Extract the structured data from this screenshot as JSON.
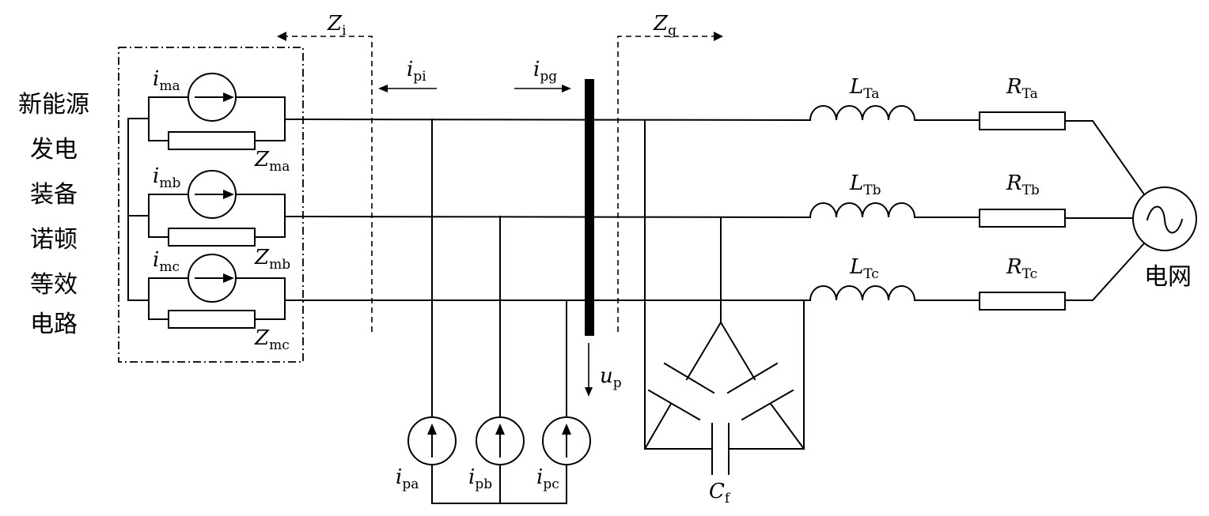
{
  "left_block": {
    "lines": [
      "新能源",
      "发电",
      "装备",
      "诺顿",
      "等效",
      "电路"
    ]
  },
  "grid_label": "电网",
  "impedance_arrows": {
    "zi": {
      "main": "Z",
      "sub": "i"
    },
    "zg": {
      "main": "Z",
      "sub": "g"
    }
  },
  "currents": {
    "ipi": {
      "main": "i",
      "sub": "pi"
    },
    "ipg": {
      "main": "i",
      "sub": "pg"
    },
    "up": {
      "main": "u",
      "sub": "p"
    }
  },
  "norton_sources": [
    {
      "i": {
        "main": "i",
        "sub": "ma"
      },
      "z": {
        "main": "Z",
        "sub": "ma"
      }
    },
    {
      "i": {
        "main": "i",
        "sub": "mb"
      },
      "z": {
        "main": "Z",
        "sub": "mb"
      }
    },
    {
      "i": {
        "main": "i",
        "sub": "mc"
      },
      "z": {
        "main": "Z",
        "sub": "mc"
      }
    }
  ],
  "injection_sources": [
    {
      "main": "i",
      "sub": "pa"
    },
    {
      "main": "i",
      "sub": "pb"
    },
    {
      "main": "i",
      "sub": "pc"
    }
  ],
  "capacitor": {
    "main": "C",
    "sub": "f"
  },
  "phases": [
    {
      "L": {
        "main": "L",
        "sub": "Ta"
      },
      "R": {
        "main": "R",
        "sub": "Ta"
      }
    },
    {
      "L": {
        "main": "L",
        "sub": "Tb"
      },
      "R": {
        "main": "R",
        "sub": "Tb"
      }
    },
    {
      "L": {
        "main": "L",
        "sub": "Tc"
      },
      "R": {
        "main": "R",
        "sub": "Tc"
      }
    }
  ]
}
